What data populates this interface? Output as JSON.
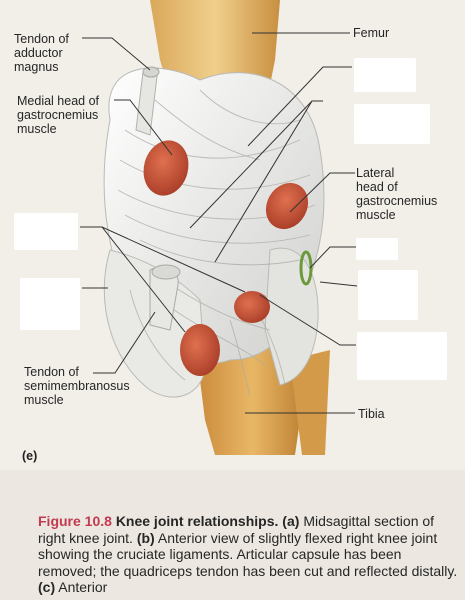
{
  "labels": {
    "tendon_adductor": "Tendon of\nadductor\nmagnus",
    "femur": "Femur",
    "medial_head": "Medial head of\ngastrocnemius\nmuscle",
    "lateral_head": "Lateral\nhead of\ngastrocnemius\nmuscle",
    "tendon_semimembranosus": "Tendon of\nsemimembranosus\nmuscle",
    "tibia": "Tibia"
  },
  "panel_letter": "(e)",
  "caption": {
    "number": "Figure 10.8",
    "title": "Knee joint relationships.",
    "part_a_letter": "(a)",
    "part_a_text": "Midsagittal section of right knee joint.",
    "part_b_letter": "(b)",
    "part_b_text": "Anterior view of slightly flexed right knee joint showing the cruciate ligaments. Articular capsule has been removed; the quadriceps tendon has been cut and reflected distally.",
    "part_c_letter": "(c)",
    "part_c_text": "Anterior"
  }
}
